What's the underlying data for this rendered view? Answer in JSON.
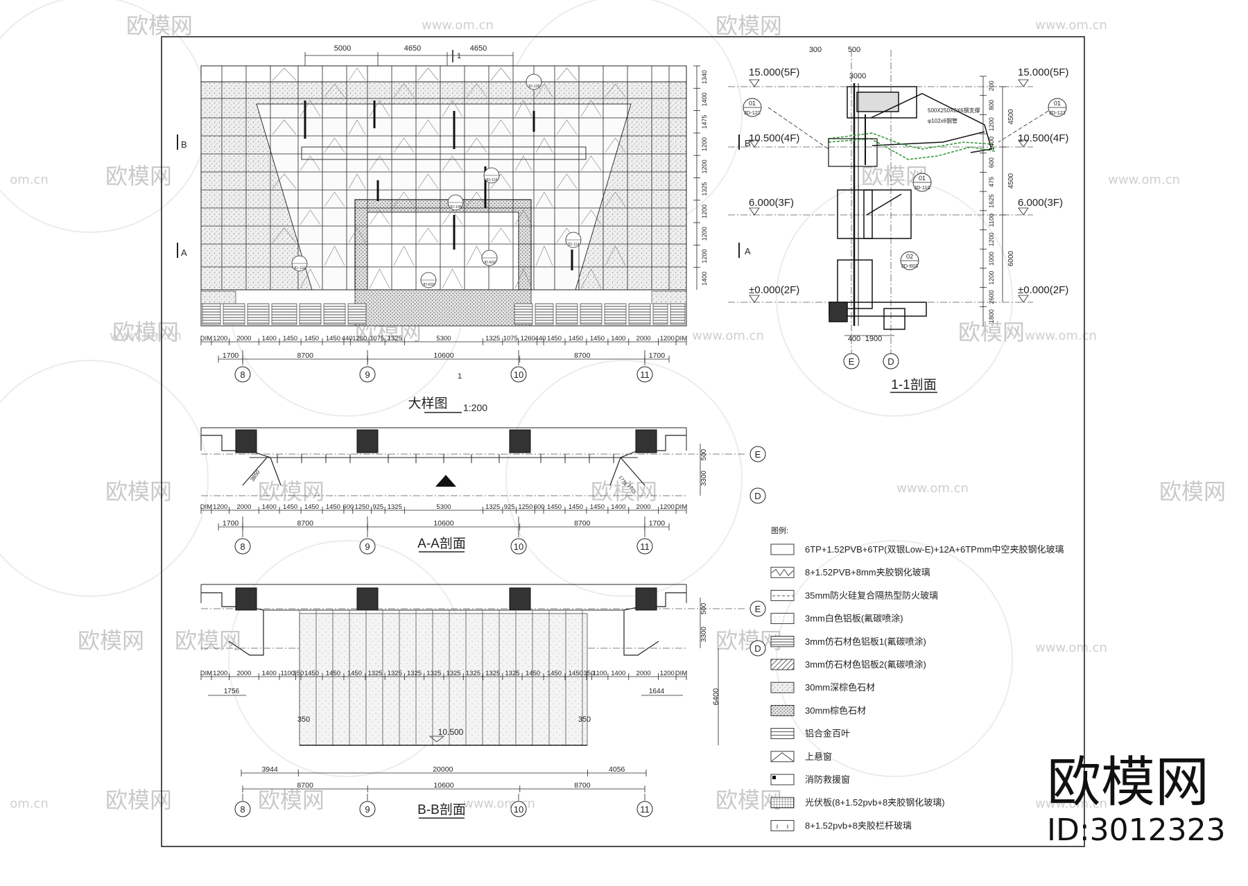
{
  "watermark": {
    "logo_text": "欧模网",
    "url_text": "www.om.cn",
    "url_short": "om.cn"
  },
  "brand": {
    "name": "欧模网",
    "id_label": "ID:3012323"
  },
  "elevation": {
    "title": "大样图",
    "scale": "1:200",
    "top_dims": [
      "5000",
      "4650",
      "4650"
    ],
    "section_marker": "1",
    "right_dims": [
      "1340",
      "1400",
      "1475",
      "1200",
      "1200",
      "1325",
      "1200",
      "1200",
      "1200",
      "1400"
    ],
    "bottom_dims": [
      "DIM",
      "1200",
      "2000",
      "1400",
      "1450",
      "1450",
      "1450",
      "440",
      "1260",
      "1075",
      "1325",
      "5300",
      "1325",
      "1075",
      "1260",
      "440",
      "1450",
      "1450",
      "1450",
      "1400",
      "2000",
      "1200",
      "DIM"
    ],
    "bay_dims": [
      "1700",
      "8700",
      "10600",
      "8700",
      "1700"
    ],
    "axes": [
      "8",
      "9",
      "10",
      "11"
    ],
    "cut_marks": [
      "B",
      "A"
    ],
    "detail_tags": [
      "JD-105",
      "JD-116",
      "JD-106",
      "JD-114",
      "JD-102",
      "JD-602",
      "JD-603"
    ]
  },
  "section_11": {
    "title": "1-1剖面",
    "top_dims": [
      "300",
      "500",
      "3000"
    ],
    "levels_left": [
      "15.000(5F)",
      "10.500(4F)",
      "6.000(3F)",
      "±0.000(2F)"
    ],
    "levels_right": [
      "15.000(5F)",
      "10.500(4F)",
      "6.000(3F)",
      "±0.000(2F)"
    ],
    "tags_left": [
      {
        "num": "01",
        "ref": "JD-122"
      }
    ],
    "tags_right": [
      {
        "num": "01",
        "ref": "JD-121"
      }
    ],
    "tags_mid": [
      {
        "num": "01",
        "ref": "JD-110"
      },
      {
        "num": "02",
        "ref": "JD-603"
      }
    ],
    "annotation_1": "500X250X8X6钢支撑",
    "annotation_2": "φ102x6钢管",
    "inner_dims": [
      "200",
      "800",
      "1200",
      "1400",
      "600",
      "475",
      "1625",
      "1100",
      "1200",
      "1000",
      "1200",
      "2600",
      "1800"
    ],
    "outer_dims": [
      "4500",
      "4500",
      "6000"
    ],
    "bottom_dims": [
      "400",
      "1900"
    ],
    "cut_marks": [
      "B",
      "A"
    ],
    "axes": [
      "E",
      "D"
    ]
  },
  "section_aa": {
    "title": "A-A剖面",
    "bottom_dims": [
      "DIM",
      "1200",
      "2000",
      "1400",
      "1450",
      "1450",
      "1450",
      "600",
      "1250",
      "925",
      "1325",
      "5300",
      "1325",
      "925",
      "1250",
      "600",
      "1450",
      "1450",
      "1450",
      "1400",
      "2000",
      "1200",
      "DIM"
    ],
    "bay_dims": [
      "1700",
      "8700",
      "10600",
      "8700",
      "1700"
    ],
    "diag_label": "3850",
    "diag_label_r": [
      "1775",
      "1775"
    ],
    "right_dims": [
      "500",
      "3300"
    ],
    "axes": [
      "8",
      "9",
      "10",
      "11"
    ],
    "grid_axes": [
      "E",
      "D"
    ]
  },
  "section_bb": {
    "title": "B-B剖面",
    "bottom_dims": [
      "DIM",
      "1200",
      "2000",
      "1400",
      "1100",
      "350",
      "1450",
      "1450",
      "1450",
      "1325",
      "1325",
      "1325",
      "1325",
      "1325",
      "1325",
      "1325",
      "1325",
      "1450",
      "1450",
      "1450",
      "350",
      "1100",
      "1400",
      "2000",
      "1200",
      "DIM"
    ],
    "side_dims": [
      "1756",
      "1644"
    ],
    "canopy_dims": [
      "350",
      "350"
    ],
    "level": "10.500",
    "overall_dims": [
      "3944",
      "20000",
      "4056"
    ],
    "bay_dims": [
      "8700",
      "10600",
      "8700"
    ],
    "right_dims": [
      "500",
      "3300",
      "6400"
    ],
    "axes": [
      "8",
      "9",
      "10",
      "11"
    ],
    "grid_axes": [
      "E",
      "D"
    ]
  },
  "legend": {
    "title": "图例:",
    "items": [
      {
        "pattern": "blank",
        "text": "6TP+1.52PVB+6TP(双银Low-E)+12A+6TPmm中空夹胶钢化玻璃"
      },
      {
        "pattern": "wave",
        "text": "8+1.52PVB+8mm夹胶钢化玻璃"
      },
      {
        "pattern": "dash",
        "text": "35mm防火硅复合隔热型防火玻璃"
      },
      {
        "pattern": "dots-light",
        "text": "3mm白色铝板(氟碳喷涂)"
      },
      {
        "pattern": "bands",
        "text": "3mm仿石材色铝板1(氟碳喷涂)"
      },
      {
        "pattern": "hatch",
        "text": "3mm仿石材色铝板2(氟碳喷涂)"
      },
      {
        "pattern": "dots-mid",
        "text": "30mm深棕色石材"
      },
      {
        "pattern": "dots-dense",
        "text": "30mm棕色石材"
      },
      {
        "pattern": "louver",
        "text": "铝合金百叶"
      },
      {
        "pattern": "triangle",
        "text": "上悬窗"
      },
      {
        "pattern": "vent",
        "text": "消防救援窗"
      },
      {
        "pattern": "grid",
        "text": "光伏板(8+1.52pvb+8夹胶钢化玻璃)"
      },
      {
        "pattern": "rail",
        "text": "8+1.52pvb+8夹胶栏杆玻璃"
      }
    ]
  }
}
